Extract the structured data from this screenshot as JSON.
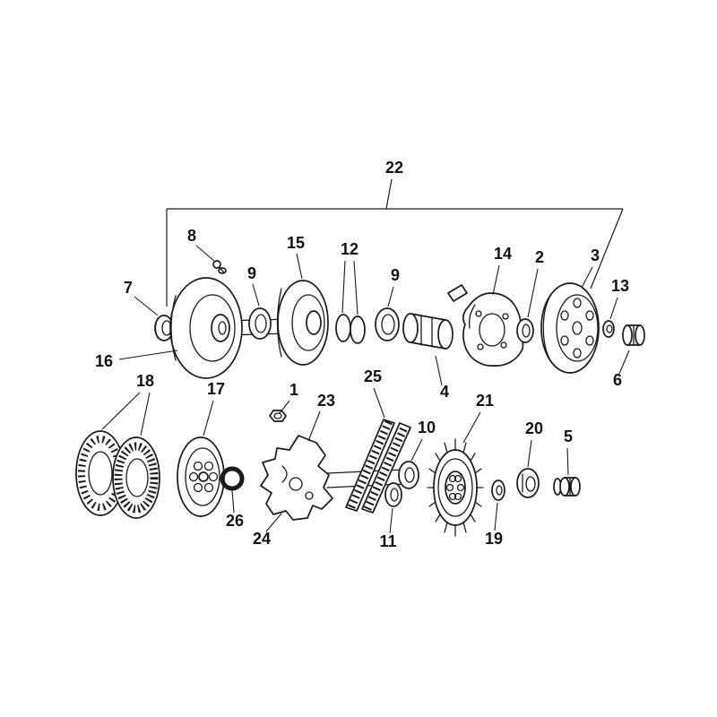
{
  "diagram": {
    "type": "exploded-parts-diagram",
    "ink_color": "#1a1a1a",
    "background_color": "#ffffff",
    "callouts": {
      "c1": "1",
      "c2": "2",
      "c3": "3",
      "c4": "4",
      "c5": "5",
      "c6": "6",
      "c7": "7",
      "c8": "8",
      "c9": "9",
      "c10": "10",
      "c11": "11",
      "c12": "12",
      "c13": "13",
      "c14": "14",
      "c15": "15",
      "c16": "16",
      "c17": "17",
      "c18": "18",
      "c19": "19",
      "c20": "20",
      "c21": "21",
      "c22": "22",
      "c23": "23",
      "c24": "24",
      "c25": "25",
      "c26": "26"
    }
  }
}
